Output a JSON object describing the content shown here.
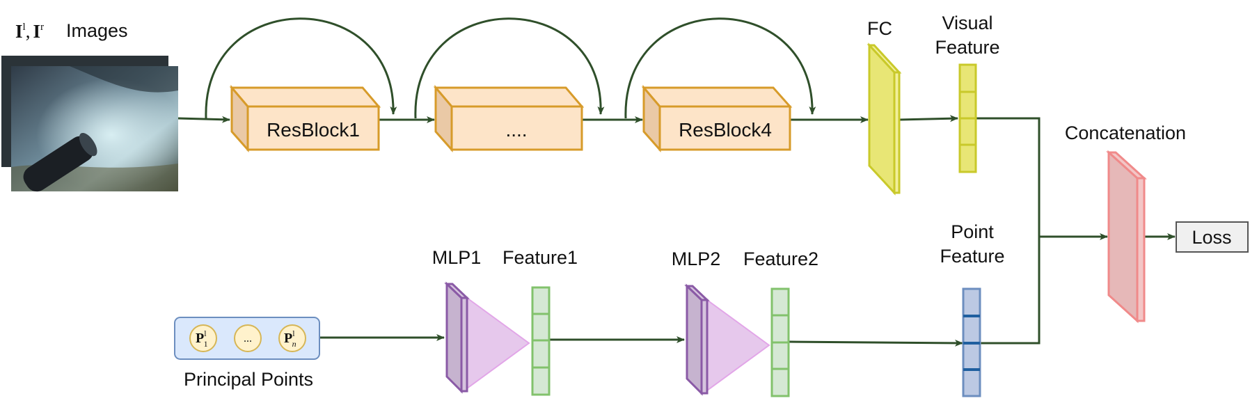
{
  "images_label": {
    "symbol_1": "I",
    "sup_1": "l",
    "separator": ",",
    "symbol_2": "I",
    "sup_2": "r",
    "text": "Images"
  },
  "resblocks": [
    "ResBlock1",
    "....",
    "ResBlock4"
  ],
  "fc_label": "FC",
  "visual_feature_label": [
    "Visual",
    "Feature"
  ],
  "concatenation_label": "Concatenation",
  "loss_label": "Loss",
  "mlp1_label": "MLP1",
  "feature1_label": "Feature1",
  "mlp2_label": "MLP2",
  "feature2_label": "Feature2",
  "point_feature_label": [
    "Point",
    "Feature"
  ],
  "principal_points": {
    "label": "Principal Points",
    "first": {
      "symbol": "P",
      "sup": "l",
      "sub": "1"
    },
    "ellipsis": "...",
    "last": {
      "symbol": "P",
      "sup": "l",
      "sub": "n"
    }
  },
  "colors": {
    "connector": "#2f4f2a",
    "resblock_fill": "#fde4c8",
    "resblock_stroke": "#d79b2a",
    "fc_fill": "#e8e675",
    "fc_stroke": "#c9c92a",
    "concat_fill": "#e6b8b8",
    "concat_stroke": "#f08a8a",
    "mlp_fill": "#c6b3cf",
    "mlp_stroke": "#8a5aa6",
    "mlp_triangle": "#e6c8ec",
    "feature_green_fill": "#d5e8d4",
    "feature_green_stroke": "#82c26c",
    "point_feature_fill": "#bcc9e3",
    "point_feature_stroke": "#6c8ebf",
    "point_feature_divider": "#1f5f9f",
    "principal_fill": "#dae8fc",
    "principal_stroke": "#6c8ebf",
    "point_circle_fill": "#fff2cc",
    "point_circle_stroke": "#d6b656",
    "loss_fill": "#f0f0f0"
  }
}
